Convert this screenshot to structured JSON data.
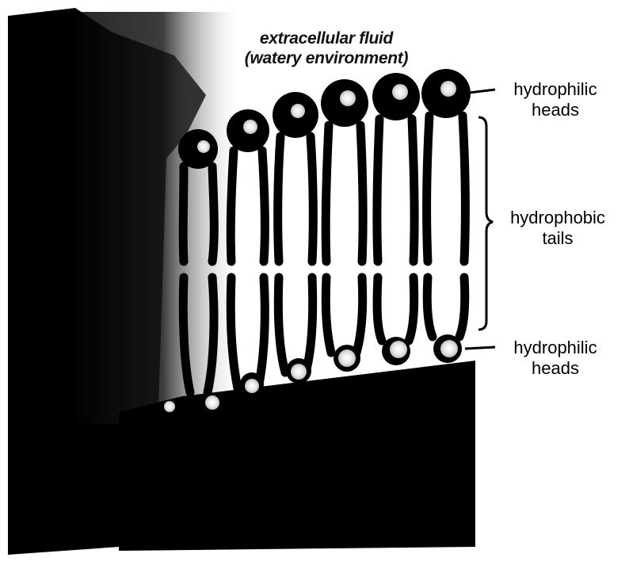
{
  "environment": {
    "line1": "extracellular fluid",
    "line2": "(watery environment)"
  },
  "labels": {
    "top_heads": {
      "line1": "hydrophilic",
      "line2": "heads"
    },
    "tails": {
      "line1": "hydrophobic",
      "line2": "tails"
    },
    "bottom_heads": {
      "line1": "hydrophilic",
      "line2": "heads"
    }
  },
  "colors": {
    "membrane_dark": "#000000",
    "gradient_mid": "#3a3a3a",
    "background": "#ffffff",
    "head_highlight": "#f2f2f2"
  }
}
